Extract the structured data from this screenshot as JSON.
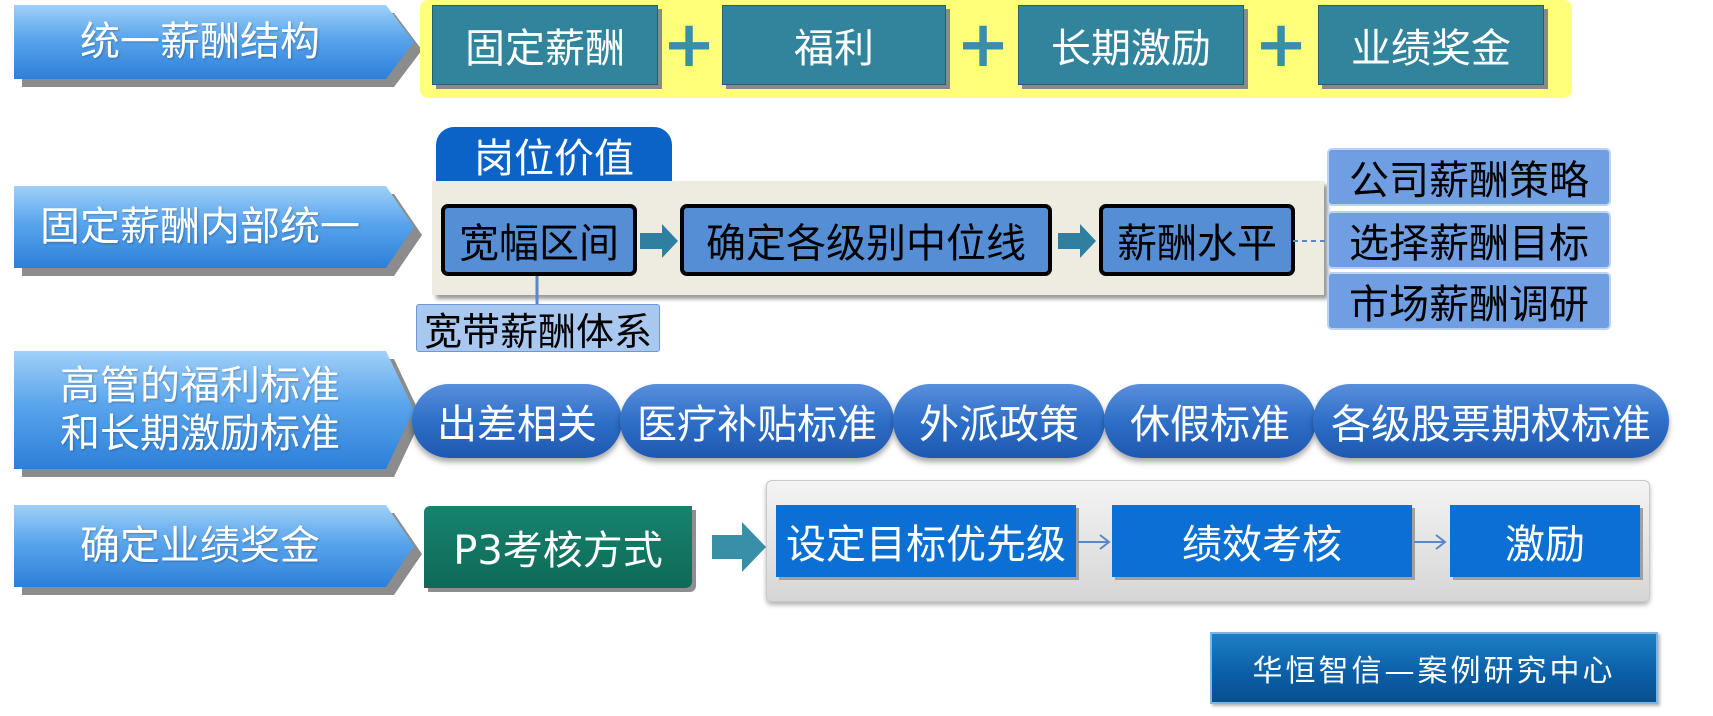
{
  "rows": {
    "unified_structure": {
      "header": "统一薪酬结构",
      "components": [
        "固定薪酬",
        "福利",
        "长期激励",
        "业绩奖金"
      ],
      "operator": "+"
    },
    "fixed_pay": {
      "header": "固定薪酬内部统一",
      "tab_label": "岗位价值",
      "steps": [
        "宽幅区间",
        "确定各级别中位线",
        "薪酬水平"
      ],
      "note_label": "宽带薪酬体系",
      "side_items": [
        "公司薪酬策略",
        "选择薪酬目标",
        "市场薪酬调研"
      ]
    },
    "exec_benefits": {
      "header": "高管的福利标准\n和长期激励标准",
      "items": [
        "出差相关",
        "医疗补贴标准",
        "外派政策",
        "休假标准",
        "各级股票期权标准"
      ]
    },
    "performance_bonus": {
      "header": "确定业绩奖金",
      "method": "P3考核方式",
      "steps": [
        "设定目标优先级",
        "绩效考核",
        "激励"
      ]
    }
  },
  "brand": "华恒智信—案例研究中心",
  "colors": {
    "header_blue": "#2c7fd9",
    "teal": "#31849b",
    "yellow": "#ffff7a",
    "box_blue": "#558ed5",
    "green": "#0e6a58",
    "process_blue": "#0b6fd3"
  }
}
